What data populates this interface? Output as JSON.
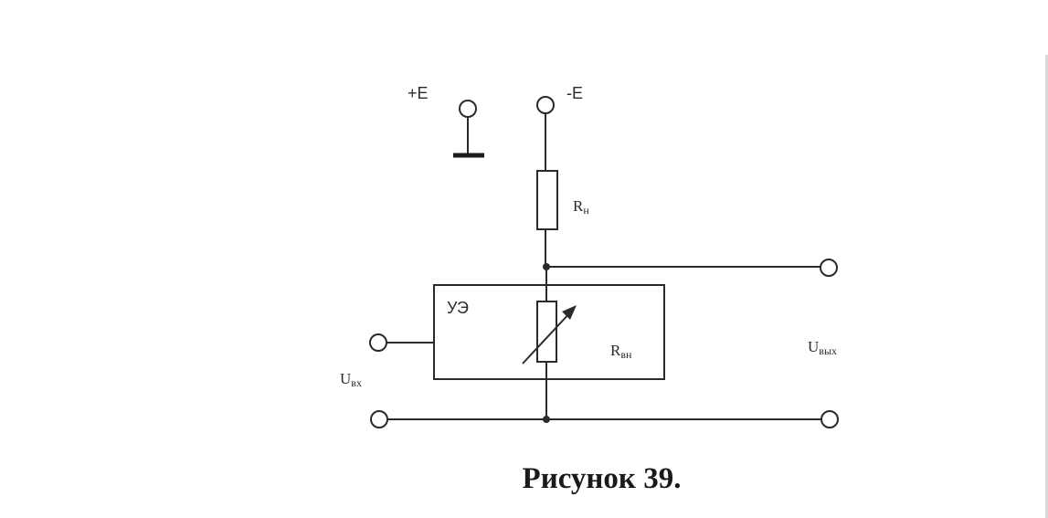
{
  "diagram": {
    "labels": {
      "plus_e": "+E",
      "minus_e": "-E",
      "r_load_main": "R",
      "r_load_sub": "н",
      "block": "УЭ",
      "r_int_main": "R",
      "r_int_sub": "вн",
      "u_in_main": "U",
      "u_in_sub": "вх",
      "u_out_main": "U",
      "u_out_sub": "вых"
    }
  },
  "caption": "Рисунок 39."
}
